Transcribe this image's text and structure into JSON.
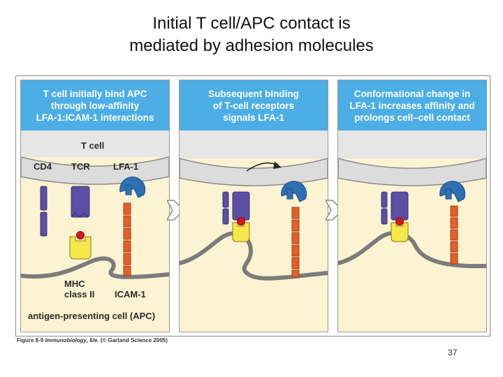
{
  "slide": {
    "title_line1": "Initial T cell/APC contact is",
    "title_line2": "mediated by adhesion molecules",
    "page_number": "37"
  },
  "figure": {
    "panels": [
      {
        "header_lines": [
          "T cell initially bind APC",
          "through low-affinity",
          "LFA-1:ICAM-1 interactions"
        ],
        "labels": {
          "t_cell": "T cell",
          "cd4": "CD4",
          "tcr": "TCR",
          "lfa1": "LFA-1",
          "mhc_line1": "MHC",
          "mhc_line2": "class II",
          "icam1": "ICAM-1",
          "apc": "antigen-presenting cell (APC)"
        }
      },
      {
        "header_lines": [
          "Subsequent binding",
          "of T-cell receptors",
          "signals LFA-1"
        ]
      },
      {
        "header_lines": [
          "Conformational change in",
          "LFA-1 increases affinity and",
          "prolongs cell–cell contact"
        ]
      }
    ],
    "caption": {
      "prefix": "Figure 8-9 ",
      "book": "Immunobiology, 6/e.",
      "suffix": " (© Garland Science 2005)"
    },
    "colors": {
      "header_blue": "#4daee6",
      "t_cell_grey": "#e6e6e6",
      "apc_cream": "#fbf3d2",
      "cd4_tcr_purple": "#5a4fa3",
      "lfa1_blue": "#2f6fb4",
      "icam1_orange": "#e2602a",
      "mhc_yellow": "#f4e84a",
      "peptide_red": "#d7161f"
    }
  }
}
